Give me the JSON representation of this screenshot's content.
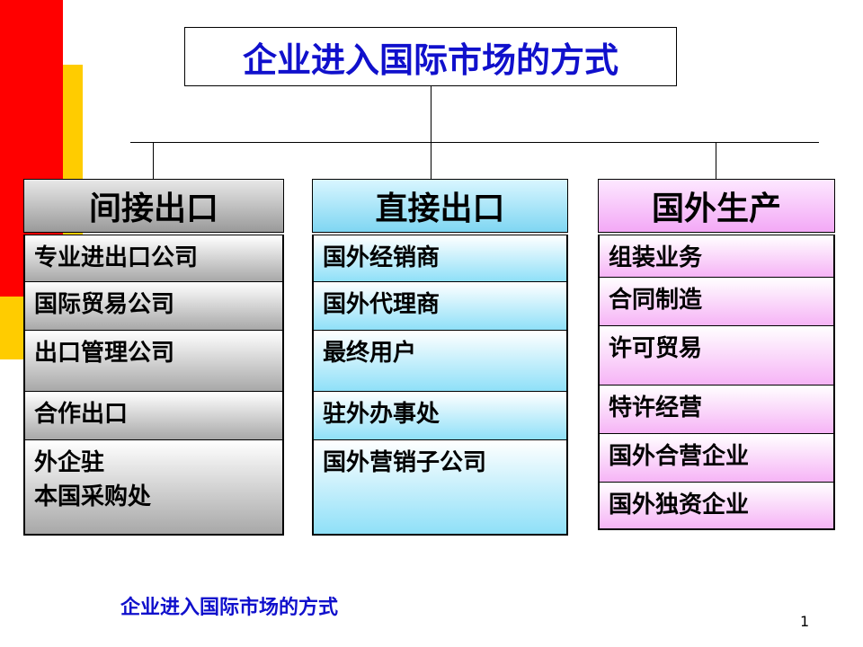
{
  "title": "企业进入国际市场的方式",
  "columns": [
    {
      "header": "间接出口",
      "items": [
        "专业进出口公司",
        "国际贸易公司",
        "出口管理公司",
        "合作出口",
        "外企驻\n本国采购处"
      ]
    },
    {
      "header": "直接出口",
      "items": [
        "国外经销商",
        "国外代理商",
        "最终用户",
        "驻外办事处",
        "国外营销子公司"
      ]
    },
    {
      "header": "国外生产",
      "items": [
        "组装业务",
        "合同制造",
        "许可贸易",
        "特许经营",
        "国外合营企业",
        "国外独资企业"
      ]
    }
  ],
  "footer_title": "企业进入国际市场的方式",
  "page_number": "1",
  "colors": {
    "title_text": "#1010cc",
    "deco_red": "#ff0000",
    "deco_yellow": "#ffcc00"
  }
}
